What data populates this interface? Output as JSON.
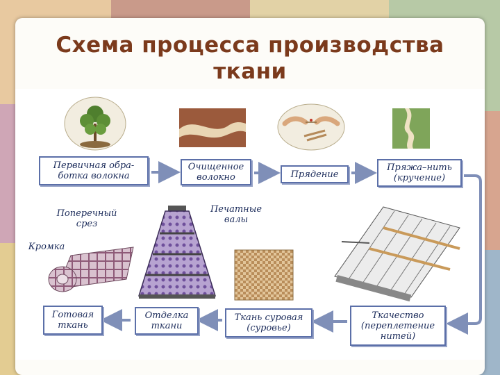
{
  "title": "Схема процесса производства ткани",
  "top_row": [
    {
      "label": "Первичная обра-\nботка волокна"
    },
    {
      "label": "Очищенное\nволокно"
    },
    {
      "label": "Прядение"
    },
    {
      "label": "Пряжа–нить\n(кручение)"
    }
  ],
  "bottom_row": [
    {
      "label": "Готовая\nткань"
    },
    {
      "label": "Отделка\nткани"
    },
    {
      "label": "Ткань суровая\n(суровье)"
    },
    {
      "label": "Ткачество\n(переплетение\nнитей)"
    }
  ],
  "annotations": {
    "cross_section": "Поперечный\nсрез",
    "selvage": "Кромка",
    "print_rollers": "Печатные\nвалы"
  },
  "colors": {
    "title": "#7b3a1c",
    "box_border": "#5b6fa8",
    "arrow": "#7f8fb8",
    "label_text": "#1b2b5a"
  },
  "icons": [
    "cotton-plant-icon",
    "fiber-icon",
    "spinning-hands-icon",
    "yarn-icon",
    "fabric-roll-icon",
    "printing-machine-icon",
    "grey-fabric-icon",
    "loom-icon"
  ]
}
